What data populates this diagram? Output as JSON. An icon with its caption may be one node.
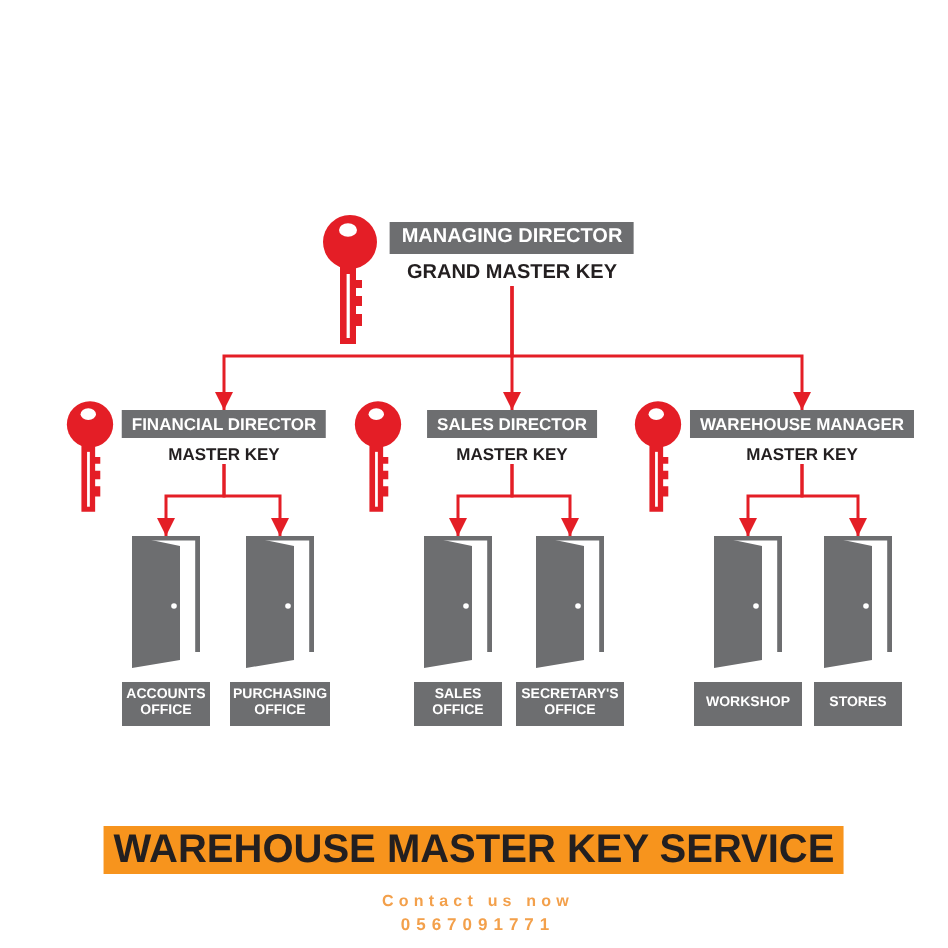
{
  "diagram": {
    "title": "WAREHOUSE MASTER KEY SERVICE",
    "nodes": [
      {
        "text": [
          "MANAGING DIRECTOR",
          "GRAND MASTER KEY"
        ]
      },
      {
        "text": [
          "FINANCIAL DIRECTOR",
          "MASTER KEY"
        ]
      },
      {
        "text": [
          "SALES DIRECTOR",
          "MASTER KEY"
        ]
      },
      {
        "text": [
          "WAREHOUSE MANAGER",
          "MASTER KEY"
        ]
      },
      {
        "text": [
          "ACCOUNTS OFFICE"
        ]
      },
      {
        "text": [
          "PURCHASING OFFICE"
        ]
      },
      {
        "text": [
          "SALES OFFICE"
        ]
      },
      {
        "text": [
          "SECRETARY'S OFFICE"
        ]
      },
      {
        "text": [
          "WORKSHOP"
        ]
      },
      {
        "text": [
          "STORES"
        ]
      }
    ],
    "edges": [
      {
        "from": 0,
        "to": 1,
        "arrow": "to"
      },
      {
        "from": 0,
        "to": 2,
        "arrow": "to"
      },
      {
        "from": 0,
        "to": 3,
        "arrow": "to"
      },
      {
        "from": 1,
        "to": 4,
        "arrow": "to"
      },
      {
        "from": 1,
        "to": 5,
        "arrow": "to"
      },
      {
        "from": 2,
        "to": 6,
        "arrow": "to"
      },
      {
        "from": 2,
        "to": 7,
        "arrow": "to"
      },
      {
        "from": 3,
        "to": 8,
        "arrow": "to"
      },
      {
        "from": 3,
        "to": 9,
        "arrow": "to"
      }
    ],
    "labels": [
      "Contact us now",
      "0567091771"
    ]
  }
}
